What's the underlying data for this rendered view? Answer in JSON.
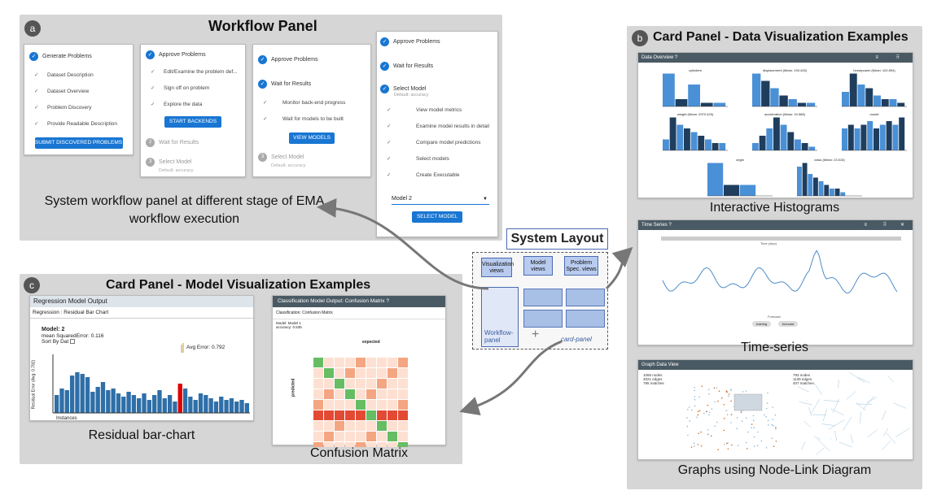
{
  "panel_a": {
    "badge": "a",
    "title": "Workflow Panel",
    "caption": "System workflow panel at different stage of EMA workflow execution",
    "card1": {
      "step": "Generate Problems",
      "subs": [
        "Dataset Description",
        "Dataset Overview",
        "Problem Discovery",
        "Provide Readable Description"
      ],
      "button": "SUBMIT DISCOVERED PROBLEMS"
    },
    "card2": {
      "step": "Approve Problems",
      "subs": [
        "Edit/Examine the problem def...",
        "Sign off on problem",
        "Explore the data"
      ],
      "button": "START BACKENDS",
      "next1": "Wait for Results",
      "next2": "Select Model",
      "next2_sub": "Default: accuracy",
      "n1": "2",
      "n2": "3"
    },
    "card3": {
      "step1": "Approve Problems",
      "step2": "Wait for Results",
      "subs": [
        "Monitor back-end progress",
        "Wait for models to be built"
      ],
      "button": "VIEW MODELS",
      "next": "Select Model",
      "next_sub": "Default: accuracy",
      "n": "3"
    },
    "card4": {
      "step1": "Approve Problems",
      "step2": "Wait for Results",
      "step3": "Select Model",
      "step3_sub": "Default: accuracy",
      "subs": [
        "View model metrics",
        "Examine model results in detail",
        "Compare model predictions",
        "Select models",
        "Create Executable"
      ],
      "select_value": "Model 2",
      "button": "SELECT MODEL"
    }
  },
  "panel_b": {
    "badge": "b",
    "title": "Card Panel  - Data Visualization Examples",
    "hist": {
      "header": "Data Overview",
      "titles": [
        "cylinders",
        "displacement (Mean: 193.426)",
        "horsepower (Mean: 102.894)",
        "weight (Mean: 2970.425)",
        "acceleration (Mean: 15.568)",
        "model",
        "origin",
        "class (Mean: 23.515)"
      ]
    },
    "cap1": "Interactive Histograms",
    "ts": {
      "header": "Time Series",
      "xlabel": "Time (step)",
      "legend": [
        "training",
        "forecast"
      ],
      "legend_title": "Forecast"
    },
    "cap2": "Time-series",
    "graph": {
      "header": "Graph Data View",
      "left_stats": [
        "1066 nodes",
        "3021 edges",
        "795 matches"
      ],
      "right_stats": [
        "793 nodes",
        "1139 edges",
        "407 matches"
      ]
    },
    "cap3": "Graphs using Node-Link Diagram"
  },
  "panel_c": {
    "badge": "c",
    "title": "Card Panel  - Model Visualization Examples",
    "reg": {
      "header": "Regression Model Output",
      "sub": "Regression : Residual Bar Chart",
      "model": "Model: 2",
      "metric": "mean SquaredError: 0.116",
      "sort": "Sort By Dat",
      "avg": "Avg Error: 0.792",
      "ylabel": "Residual Error (Avg: 0.792)",
      "xlabel": "Instances"
    },
    "cap1": "Residual bar-chart",
    "cm": {
      "header": "Classification Model Output: Confusion Matrix",
      "sub": "Classification: Confusion Matrix",
      "model": "Model: Model 1",
      "acc": "accuracy: 0.535",
      "expected": "expected",
      "predicted": "predicted"
    },
    "cap2": "Confusion Matrix"
  },
  "layout": {
    "title": "System Layout",
    "views": [
      "Visualization views",
      "Model views",
      "Problem Spec. views"
    ],
    "workflow": "Workflow-panel",
    "card": "card-panel",
    "plus": "+"
  }
}
